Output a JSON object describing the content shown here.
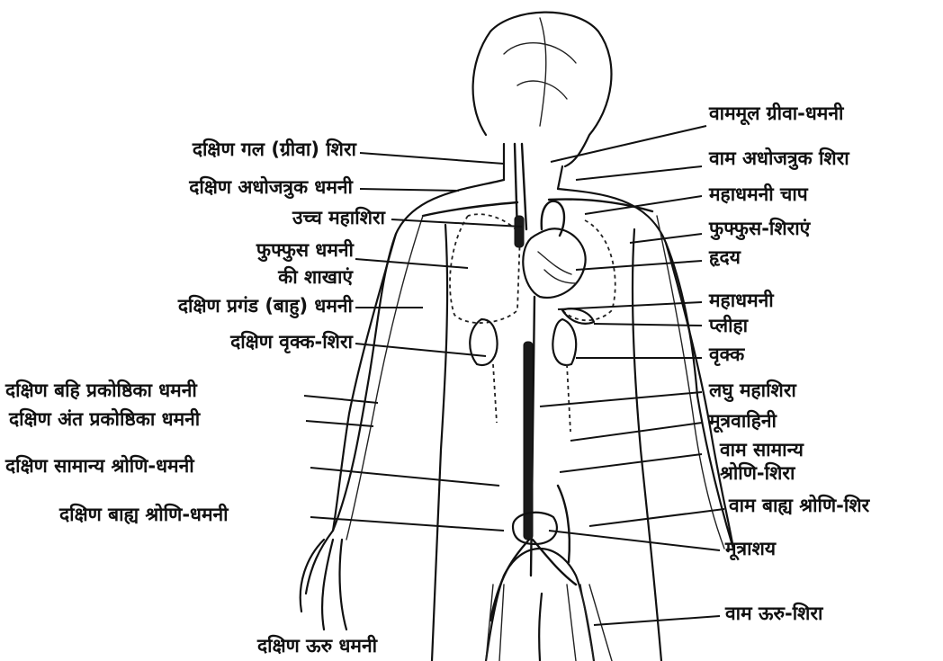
{
  "labels_left": [
    "दक्षिण गल (ग्रीवा) शिरा",
    "दक्षिण अधोजत्रुक धमनी",
    "उच्च महाशिरा",
    "फुफ्फुस धमनी",
    "की शाखाएं",
    "दक्षिण प्रगंड (बाहु) धमनी",
    "दक्षिण वृक्क-शिरा",
    "दक्षिण बहि प्रकोष्ठिका धमनी",
    "दक्षिण अंत प्रकोष्ठिका धमनी",
    "दक्षिण सामान्य श्रोणि-धमनी",
    "दक्षिण बाह्य श्रोणि-धमनी",
    "दक्षिण ऊरु धमनी"
  ],
  "labels_right": [
    "वाममूल ग्रीवा-धमनी",
    "वाम अधोजत्रुक शिरा",
    "महाधमनी चाप",
    "फुफ्फुस-शिराएं",
    "हृदय",
    "महाधमनी",
    "प्लीहा",
    "वृक्क",
    "लघु महाशिरा",
    "मूत्रवाहिनी",
    "वाम सामान्य",
    "श्रोणि-शिरा",
    "वाम बाह्य श्रोणि-शिर",
    "मूत्राशय",
    "वाम ऊरु-शिरा"
  ]
}
